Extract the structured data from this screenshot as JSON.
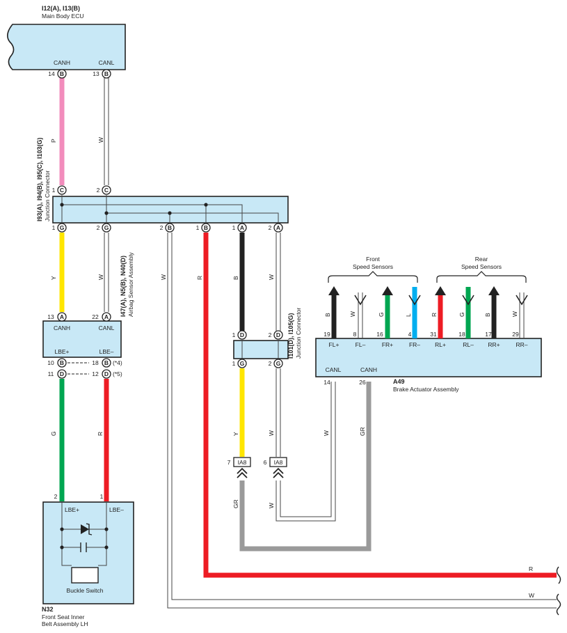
{
  "components": {
    "main_body_ecu": {
      "code": "I12(A), I13(B)",
      "name": "Main Body ECU",
      "pin_canh": "CANH",
      "pin_canl": "CANL",
      "p14": "14",
      "p13": "13",
      "conn": "B"
    },
    "jc_top": {
      "code": "I93(A), I94(B), I95(C), I103(G)",
      "name": "Junction Connector"
    },
    "airbag": {
      "code": "I47(A), N5(B), N40(D)",
      "name": "Airbag Sensor Assembly",
      "canh": "CANH",
      "canl": "CANL",
      "lbe_plus": "LBE+",
      "lbe_minus": "LBE–",
      "p13": "13",
      "p22": "22",
      "p10": "10",
      "p18": "18",
      "p11": "11",
      "p12": "12",
      "n4": "(*4)",
      "n5": "(*5)"
    },
    "jc_mid": {
      "code": "I101(D), I105(G)",
      "name": "Junction Connector"
    },
    "brake": {
      "code": "A49",
      "name": "Brake Actuator Assembly",
      "canl": "CANL",
      "canh": "CANH",
      "p14": "14",
      "p26": "26",
      "pins": [
        {
          "num": "19",
          "label": "FL+"
        },
        {
          "num": "8",
          "label": "FL–"
        },
        {
          "num": "16",
          "label": "FR+"
        },
        {
          "num": "4",
          "label": "FR–"
        },
        {
          "num": "31",
          "label": "RL+"
        },
        {
          "num": "18",
          "label": "RL–"
        },
        {
          "num": "17",
          "label": "RR+"
        },
        {
          "num": "29",
          "label": "RR–"
        }
      ],
      "sensor_colors": [
        "B",
        "W",
        "G",
        "L",
        "R",
        "G",
        "B",
        "W"
      ]
    },
    "front_sensors": {
      "line1": "Front",
      "line2": "Speed Sensors"
    },
    "rear_sensors": {
      "line1": "Rear",
      "line2": "Speed Sensors"
    },
    "seat_belt": {
      "code": "N32",
      "line1": "Front Seat Inner",
      "line2": "Belt Assembly LH",
      "lbe_plus": "LBE+",
      "lbe_minus": "LBE–",
      "p2": "2",
      "p1": "1",
      "switch_label": "Buckle Switch"
    },
    "ia8": {
      "label": "IA8",
      "p7": "7",
      "p6": "6"
    }
  },
  "wire_labels": {
    "p": "P",
    "w": "W",
    "y": "Y",
    "g": "G",
    "r": "R",
    "b": "B",
    "gr": "GR"
  },
  "pins": {
    "one": "1",
    "two": "2",
    "A": "A",
    "B": "B",
    "C": "C",
    "D": "D",
    "G": "G"
  },
  "colors": {
    "box_fill": "#c8e8f6",
    "pink": "#f28cbc",
    "yellow": "#ffe600",
    "green": "#00a651",
    "red": "#ed1c24",
    "black": "#222222",
    "blue": "#00aeef",
    "gray": "#9a9a9a",
    "white_wire": "#ffffff"
  }
}
